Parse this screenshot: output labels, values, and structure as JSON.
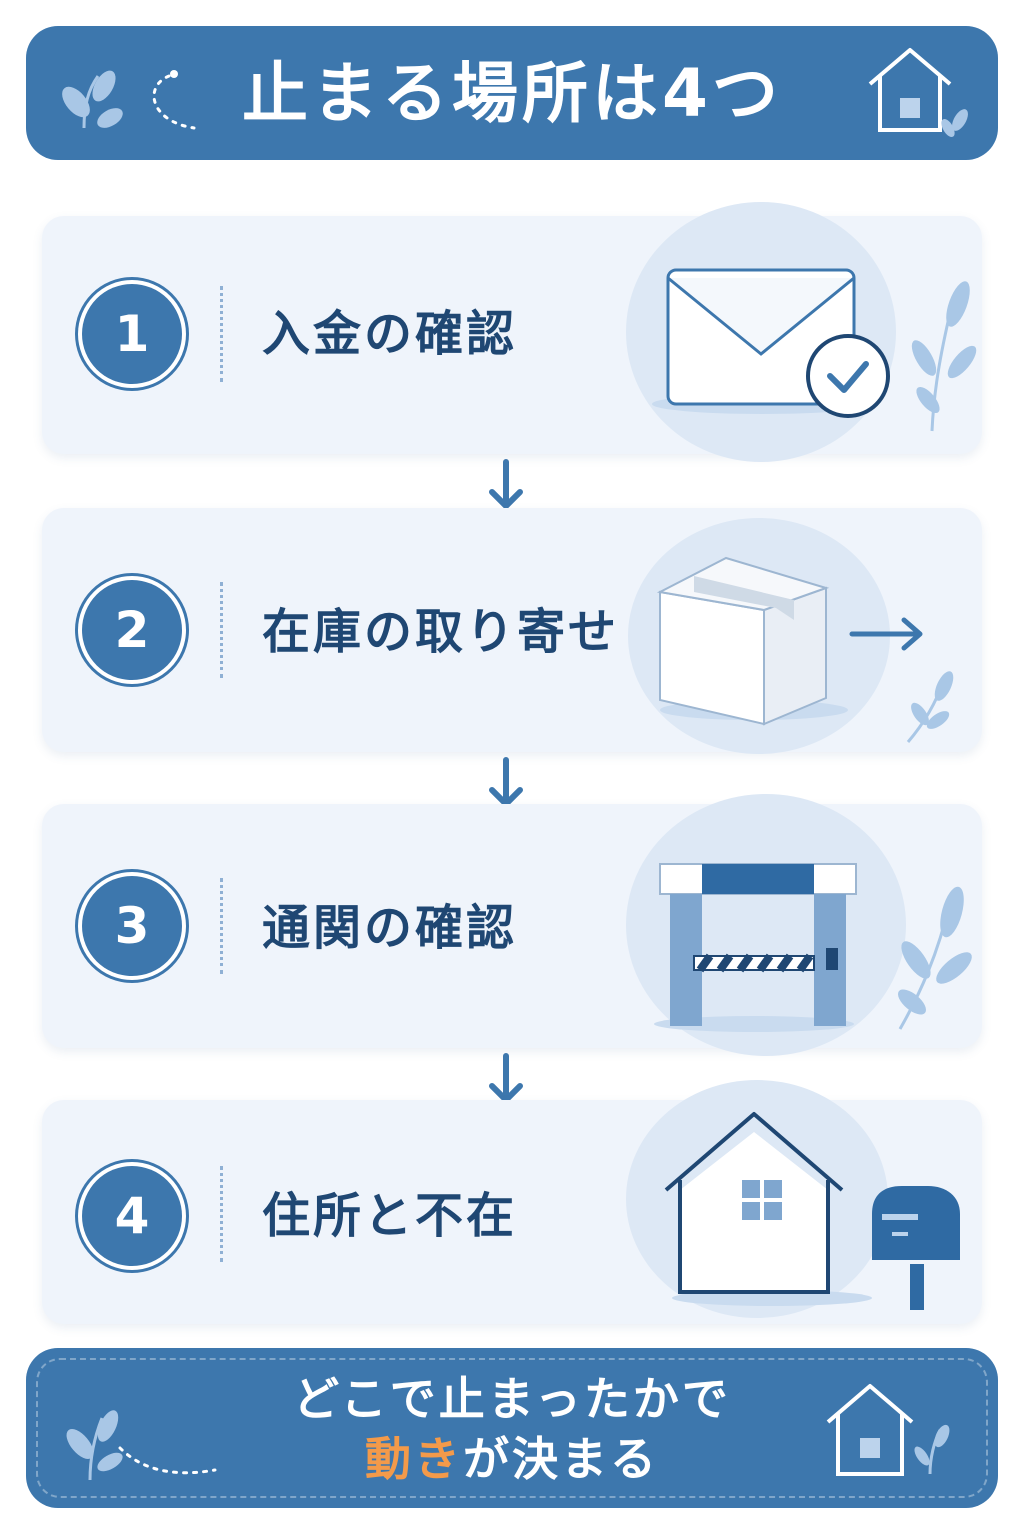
{
  "header": {
    "title": "止まる場所は4つ"
  },
  "steps": [
    {
      "number": "1",
      "label": "入金の確認",
      "icon": "envelope-check-icon"
    },
    {
      "number": "2",
      "label": "在庫の取り寄せ",
      "icon": "box-icon"
    },
    {
      "number": "3",
      "label": "通関の確認",
      "icon": "barrier-gate-icon"
    },
    {
      "number": "4",
      "label": "住所と不在",
      "icon": "house-mailbox-icon"
    }
  ],
  "footer": {
    "line1": "どこで止まったかで",
    "line2_accent": "動き",
    "line2_rest": "が決まる"
  },
  "colors": {
    "primary": "#3d77ad",
    "card": "#eff4fb",
    "text": "#1f4773",
    "accent": "#f39a4a"
  }
}
